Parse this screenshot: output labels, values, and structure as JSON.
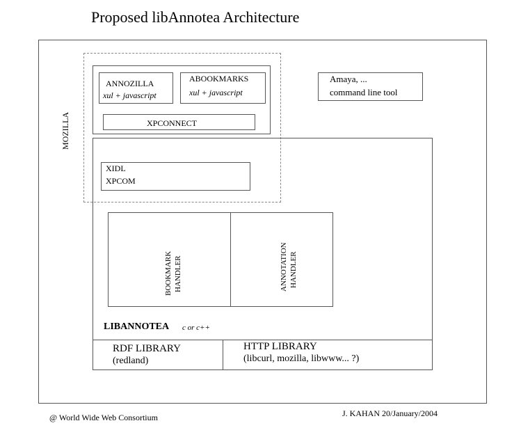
{
  "title": "Proposed libAnnotea Architecture",
  "mozilla_label": "MOZILLA",
  "annozilla": {
    "name": "ANNOZILLA",
    "tech": "xul + javascript"
  },
  "abookmarks": {
    "name": "ABOOKMARKS",
    "tech": "xul + javascript"
  },
  "xpconnect": "XPCONNECT",
  "amaya": {
    "line1": "Amaya, ...",
    "line2": "command line tool"
  },
  "xidl": {
    "line1": "XIDL",
    "line2": "XPCOM"
  },
  "bookmark_handler": {
    "line1": "BOOKMARK",
    "line2": "HANDLER"
  },
  "annotation_handler": {
    "line1": "ANNOTATION",
    "line2": "HANDLER"
  },
  "libannotea": {
    "name": "LIBANNOTEA",
    "lang": "c or c++"
  },
  "rdf_library": {
    "name": "RDF LIBRARY",
    "impl": "(redland)"
  },
  "http_library": {
    "name": "HTTP LIBRARY",
    "impl": "(libcurl, mozilla, libwww... ?)"
  },
  "footer": {
    "copyright": "@ World Wide Web Consortium",
    "author_date": "J. KAHAN 20/January/2004"
  }
}
